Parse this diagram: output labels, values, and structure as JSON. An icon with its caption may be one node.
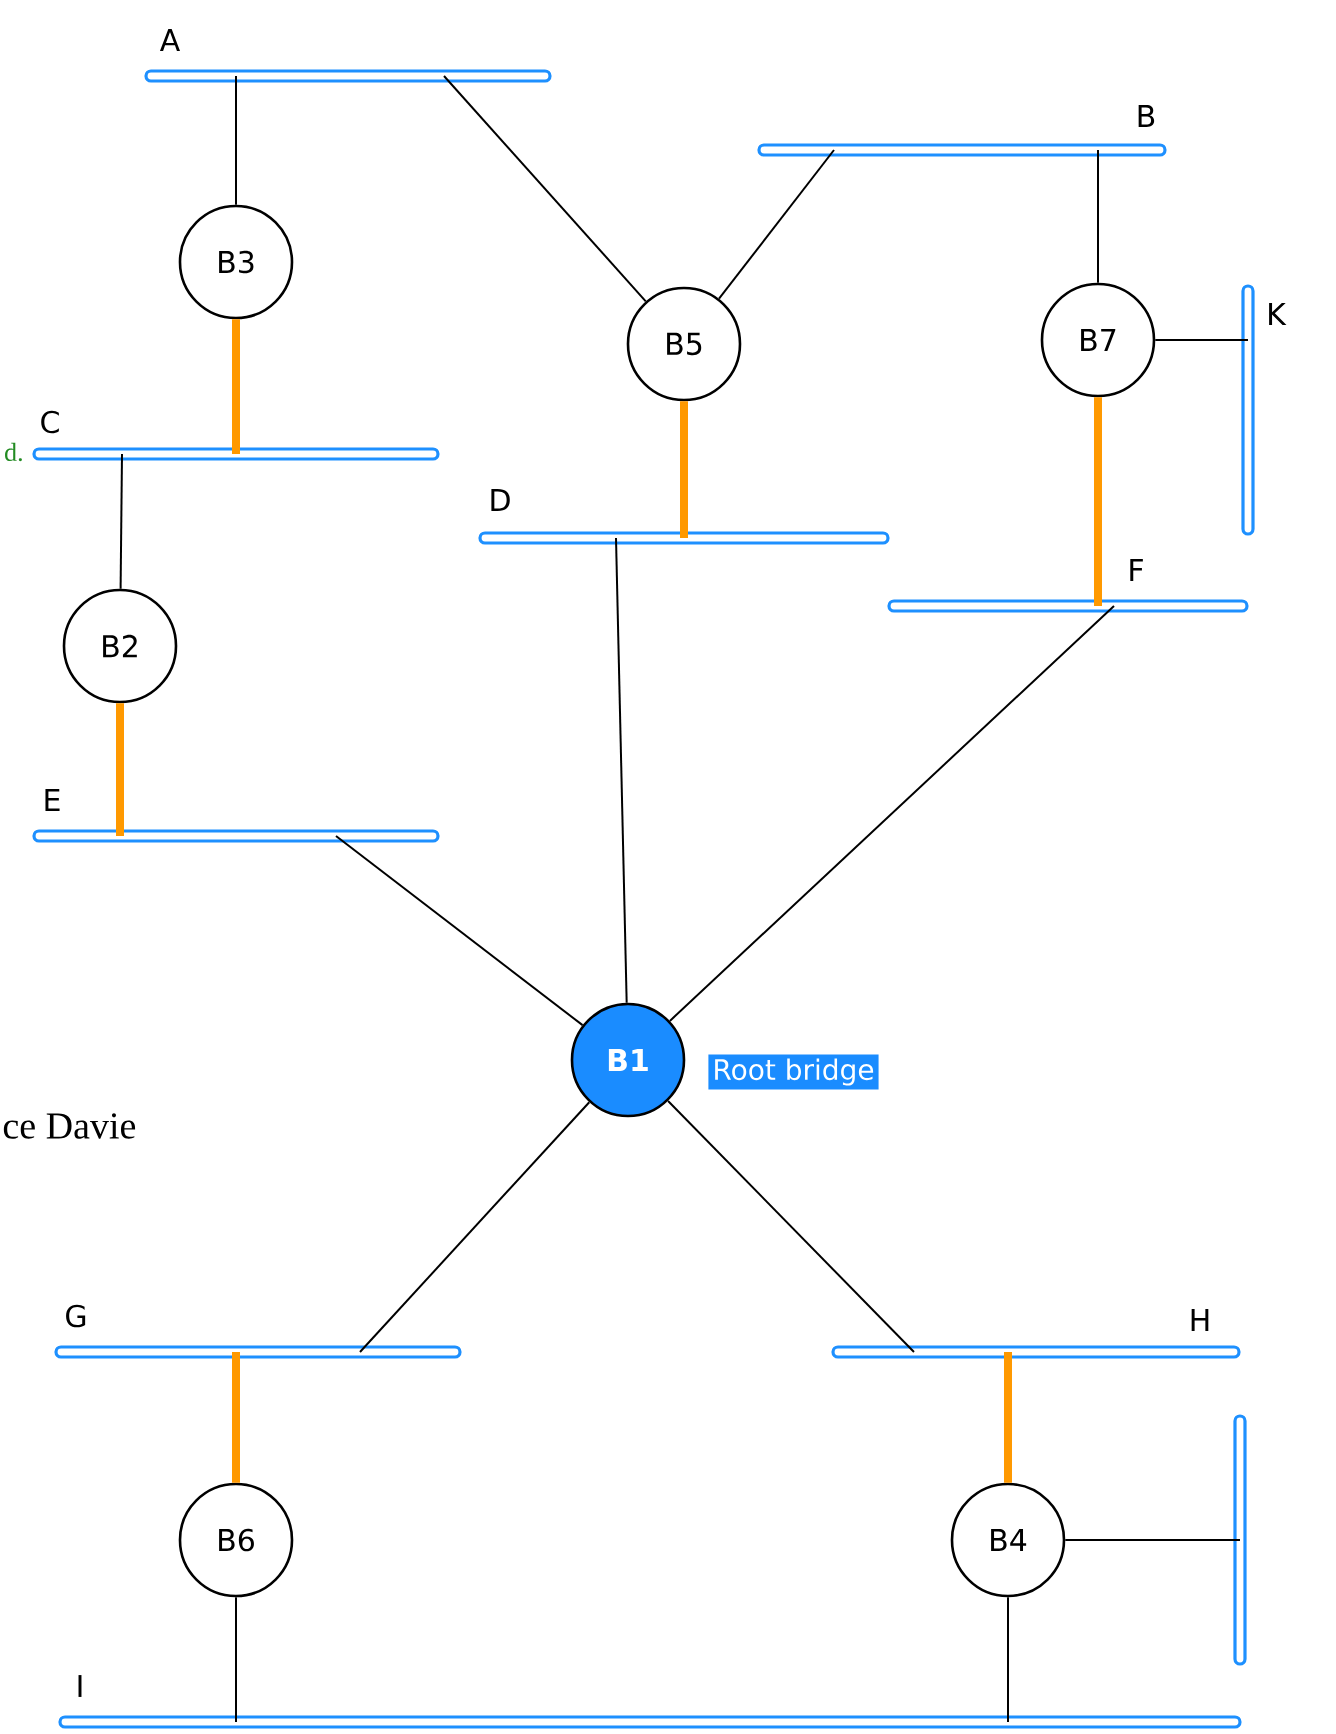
{
  "diagram": {
    "nodes": [
      {
        "text": [
          "A"
        ]
      },
      {
        "text": [
          "B"
        ]
      },
      {
        "text": [
          "B3"
        ]
      },
      {
        "text": [
          "B5"
        ]
      },
      {
        "text": [
          "B7"
        ]
      },
      {
        "text": [
          "K"
        ]
      },
      {
        "text": [
          "C"
        ]
      },
      {
        "text": [
          "D"
        ]
      },
      {
        "text": [
          "F"
        ]
      },
      {
        "text": [
          "B2"
        ]
      },
      {
        "text": [
          "E"
        ]
      },
      {
        "text": [
          "B1"
        ],
        "beside": [
          "Root bridge"
        ]
      },
      {
        "text": [
          "G"
        ]
      },
      {
        "text": [
          "H"
        ]
      },
      {
        "text": [],
        "shape": "bar"
      },
      {
        "text": [
          "B6"
        ]
      },
      {
        "text": [
          "B4"
        ]
      },
      {
        "text": [
          "I"
        ]
      }
    ],
    "edges": [
      {
        "from": 0,
        "to": 2,
        "arrow": "none"
      },
      {
        "from": 0,
        "to": 3,
        "arrow": "none"
      },
      {
        "from": 1,
        "to": 3,
        "arrow": "none"
      },
      {
        "from": 1,
        "to": 4,
        "arrow": "none"
      },
      {
        "from": 4,
        "to": 5,
        "arrow": "none"
      },
      {
        "from": 2,
        "to": 6,
        "arrow": "none",
        "style": "thick",
        "color": "#ff9900"
      },
      {
        "from": 3,
        "to": 7,
        "arrow": "none",
        "style": "thick",
        "color": "#ff9900"
      },
      {
        "from": 4,
        "to": 8,
        "arrow": "none",
        "style": "thick",
        "color": "#ff9900"
      },
      {
        "from": 6,
        "to": 9,
        "arrow": "none"
      },
      {
        "from": 9,
        "to": 10,
        "arrow": "none",
        "style": "thick",
        "color": "#ff9900"
      },
      {
        "from": 7,
        "to": 11,
        "arrow": "none"
      },
      {
        "from": 8,
        "to": 11,
        "arrow": "none"
      },
      {
        "from": 10,
        "to": 11,
        "arrow": "none"
      },
      {
        "from": 11,
        "to": 12,
        "arrow": "none"
      },
      {
        "from": 11,
        "to": 13,
        "arrow": "none"
      },
      {
        "from": 12,
        "to": 15,
        "arrow": "none",
        "style": "thick",
        "color": "#ff9900"
      },
      {
        "from": 13,
        "to": 16,
        "arrow": "none",
        "style": "thick",
        "color": "#ff9900"
      },
      {
        "from": 16,
        "to": 14,
        "arrow": "none"
      },
      {
        "from": 15,
        "to": 17,
        "arrow": "none"
      },
      {
        "from": 16,
        "to": 17,
        "arrow": "none"
      }
    ],
    "labels": [
      "d.",
      "ce Davie"
    ]
  }
}
